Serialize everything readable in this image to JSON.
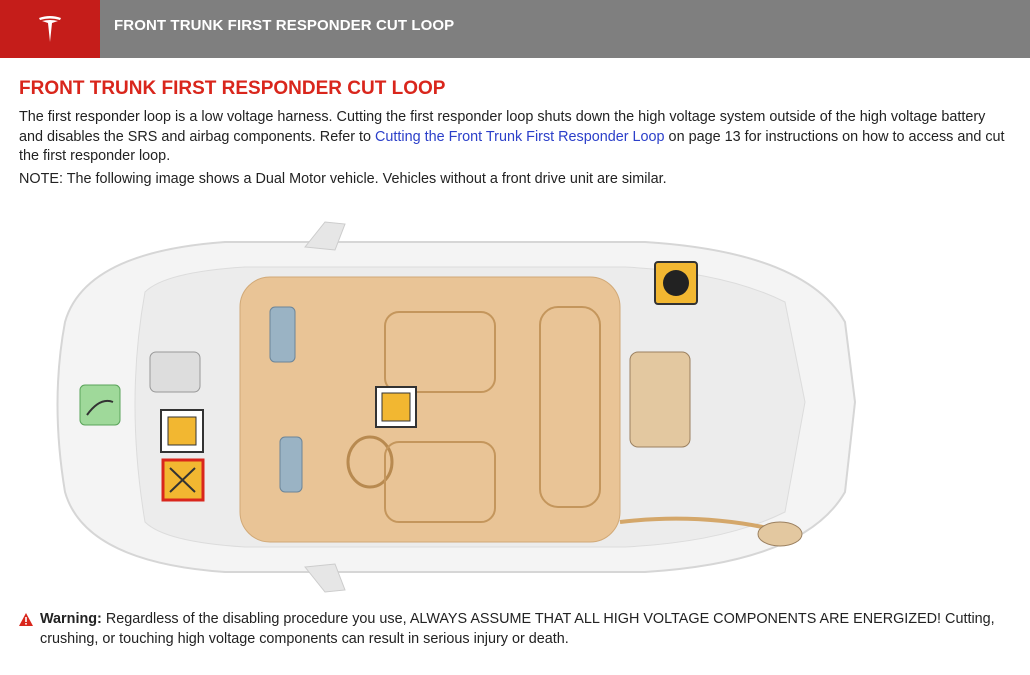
{
  "header": {
    "logo": "Tesla",
    "title": "FRONT TRUNK FIRST RESPONDER CUT LOOP"
  },
  "section": {
    "title": "FRONT TRUNK FIRST RESPONDER CUT LOOP",
    "paragraph_before_link": "The first responder loop is a low voltage harness. Cutting the first responder loop shuts down the high voltage system outside of the high voltage battery and disables the SRS and airbag components. Refer to ",
    "link_text": "Cutting the Front Trunk First Responder Loop",
    "paragraph_after_link": " on page 13 for instructions on how to access and cut the first responder loop.",
    "note": "NOTE: The following image shows a Dual Motor vehicle. Vehicles without a front drive unit are similar."
  },
  "figure": {
    "icons": [
      "frunk-open-icon",
      "fuse-box-icon",
      "cut-loop-icon",
      "hv-battery-icon",
      "airbag-inflator-icon"
    ],
    "colors": {
      "battery": "#e8b77a",
      "cut_icon_border": "#d9261c",
      "icon_fill": "#f2b731",
      "frunk_icon": "#9fd99a"
    }
  },
  "warning": {
    "label": "Warning:",
    "text": " Regardless of the disabling procedure you use, ALWAYS ASSUME THAT ALL HIGH VOLTAGE COMPONENTS ARE ENERGIZED! Cutting, crushing, or touching high voltage components can result in serious injury or death."
  }
}
